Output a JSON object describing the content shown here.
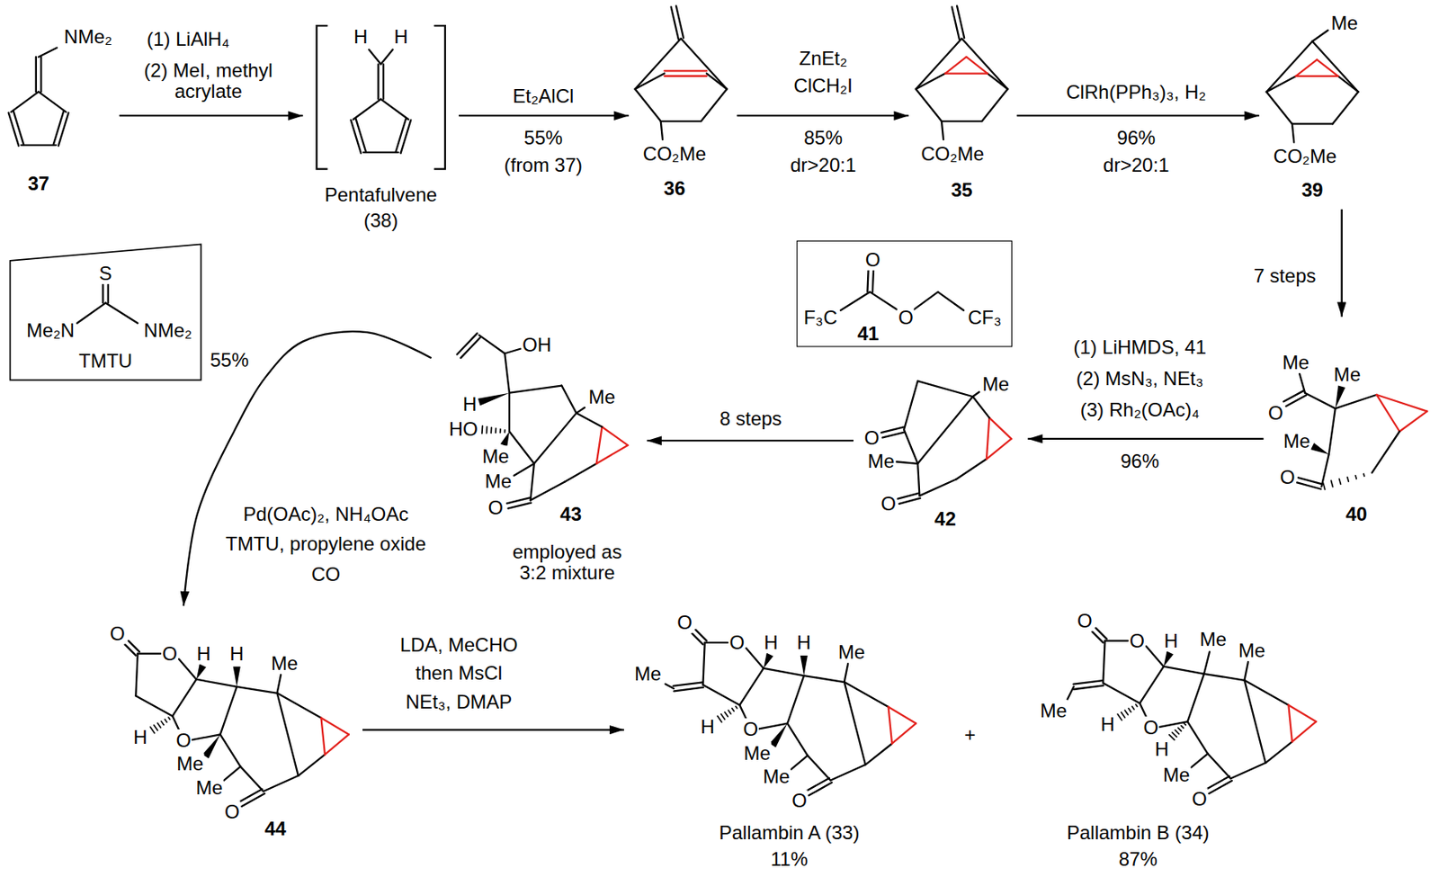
{
  "diagram": {
    "nodes": [
      {
        "text": [
          "NMe₂",
          "37"
        ]
      },
      {
        "text": [
          "H",
          "H",
          "Pentafulvene",
          "(38)"
        ]
      },
      {
        "text": [
          "CO₂Me",
          "36"
        ]
      },
      {
        "text": [
          "CO₂Me",
          "35"
        ]
      },
      {
        "text": [
          "Me",
          "CO₂Me",
          "39"
        ]
      },
      {
        "text": [
          "S",
          "Me₂N",
          "NMe₂",
          "TMTU"
        ]
      },
      {
        "text": [
          "O",
          "F₃C",
          "O",
          "CF₃",
          "41"
        ]
      },
      {
        "text": [
          "OH",
          "Me",
          "H",
          "HO",
          "Me",
          "Me",
          "O",
          "43",
          "employed as 3:2 mixture"
        ]
      },
      {
        "text": [
          "Me",
          "O",
          "Me",
          "O",
          "42"
        ]
      },
      {
        "text": [
          "Me",
          "Me",
          "O",
          "Me",
          "O",
          "40"
        ]
      },
      {
        "text": [
          "O",
          "O",
          "H",
          "H",
          "Me",
          "H",
          "O",
          "Me",
          "Me",
          "O",
          "44"
        ]
      },
      {
        "text": [
          "O",
          "O",
          "H",
          "H",
          "Me",
          "Me",
          "H",
          "O",
          "Me",
          "Me",
          "O",
          "Pallambin A (33)",
          "11%"
        ]
      },
      {
        "text": [
          "O",
          "O",
          "H",
          "Me",
          "Me",
          "Me",
          "H",
          "O",
          "H",
          "Me",
          "O",
          "Pallambin B (34)",
          "87%"
        ]
      }
    ],
    "edges": [
      {
        "from": 0,
        "to": 1,
        "arrow": "to",
        "label": "(1) LiAlH₄"
      },
      {
        "from": 1,
        "to": 2,
        "arrow": "to",
        "label": "Et₂AlCl"
      },
      {
        "from": 2,
        "to": 3,
        "arrow": "to",
        "label": "ZnEt₂"
      },
      {
        "from": 3,
        "to": 4,
        "arrow": "to",
        "label": "ClRh(PPh₃)₃, H₂"
      },
      {
        "from": 4,
        "to": 9,
        "arrow": "to",
        "label": "7 steps"
      },
      {
        "from": 9,
        "to": 8,
        "arrow": "to",
        "label": "(1) LiHMDS, 41"
      },
      {
        "from": 8,
        "to": 7,
        "arrow": "to",
        "label": "8 steps"
      },
      {
        "from": 7,
        "to": 10,
        "arrow": "to",
        "label": "Pd(OAc)₂, NH₄OAc"
      },
      {
        "from": 10,
        "to": 11,
        "arrow": "to",
        "label": "LDA, MeCHO"
      }
    ],
    "labels": [
      "(2) MeI, methyl acrylate",
      "55%",
      "(from 37)",
      "ClCH₂I",
      "85%",
      "dr>20:1",
      "96%",
      "dr>20:1",
      "(2) MsN₃, NEt₃",
      "(3) Rh₂(OAc)₄",
      "96%",
      "55%",
      "TMTU, propylene oxide",
      "CO",
      "then MsCl",
      "NEt₃, DMAP",
      "+"
    ]
  }
}
